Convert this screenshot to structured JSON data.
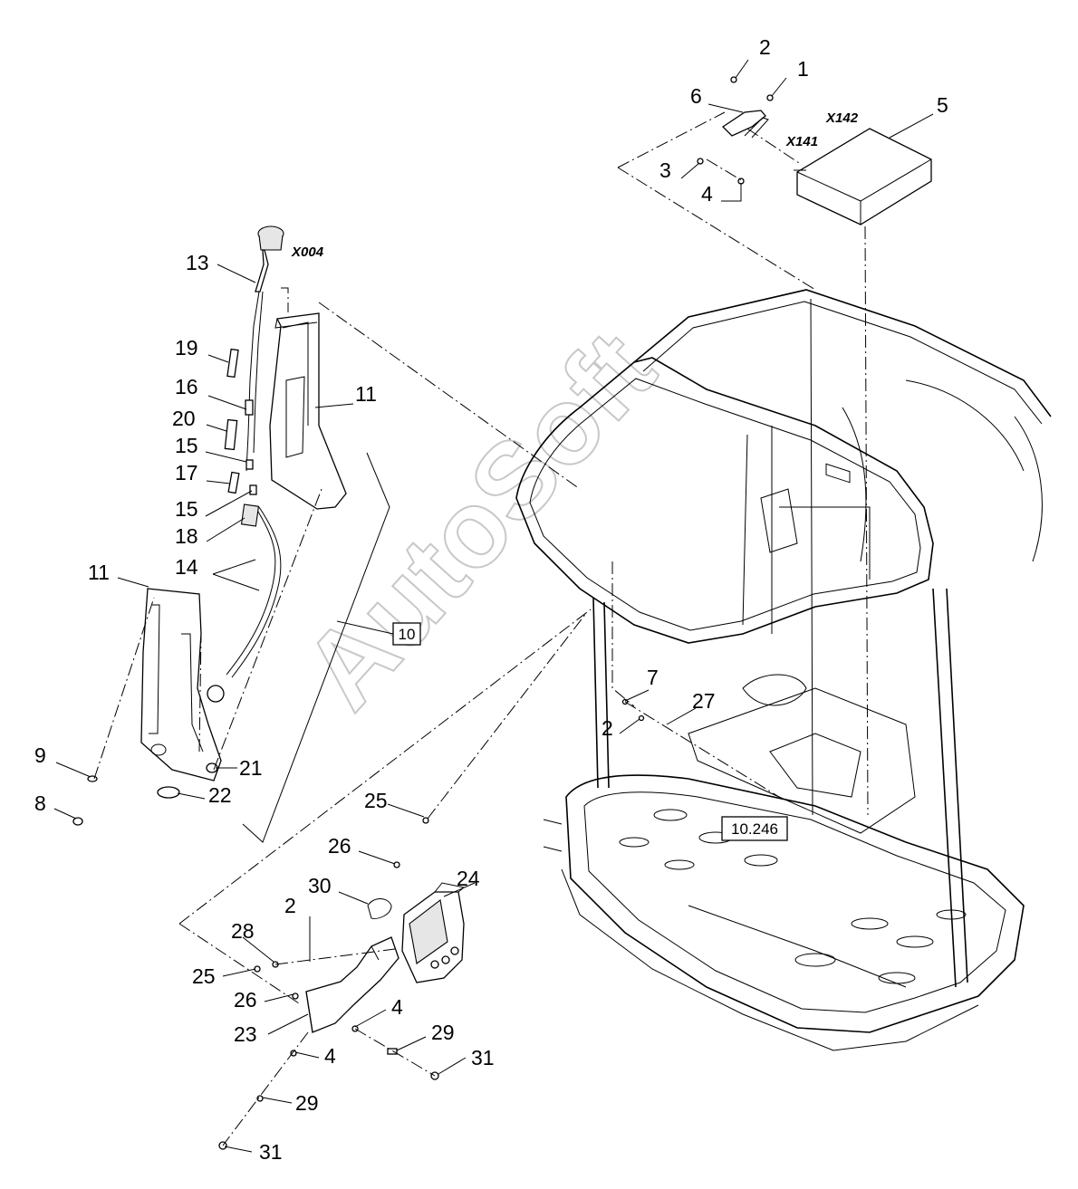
{
  "watermark": "AutoSoft",
  "connectors": {
    "x004": "X004",
    "x141": "X141",
    "x142": "X142"
  },
  "reference_boxes": {
    "ref_10": "10",
    "ref_10_246": "10.246"
  },
  "callouts": {
    "c1": "1",
    "c2a": "2",
    "c2b": "2",
    "c2c": "2",
    "c3": "3",
    "c4a": "4",
    "c4b": "4",
    "c4c": "4",
    "c5": "5",
    "c6": "6",
    "c7": "7",
    "c8": "8",
    "c9": "9",
    "c11a": "11",
    "c11b": "11",
    "c13": "13",
    "c14": "14",
    "c15a": "15",
    "c15b": "15",
    "c16": "16",
    "c17": "17",
    "c18": "18",
    "c19": "19",
    "c20": "20",
    "c21": "21",
    "c22": "22",
    "c23": "23",
    "c24": "24",
    "c25a": "25",
    "c25b": "25",
    "c26a": "26",
    "c26b": "26",
    "c27": "27",
    "c28": "28",
    "c29a": "29",
    "c29b": "29",
    "c30": "30",
    "c31a": "31",
    "c31b": "31"
  }
}
